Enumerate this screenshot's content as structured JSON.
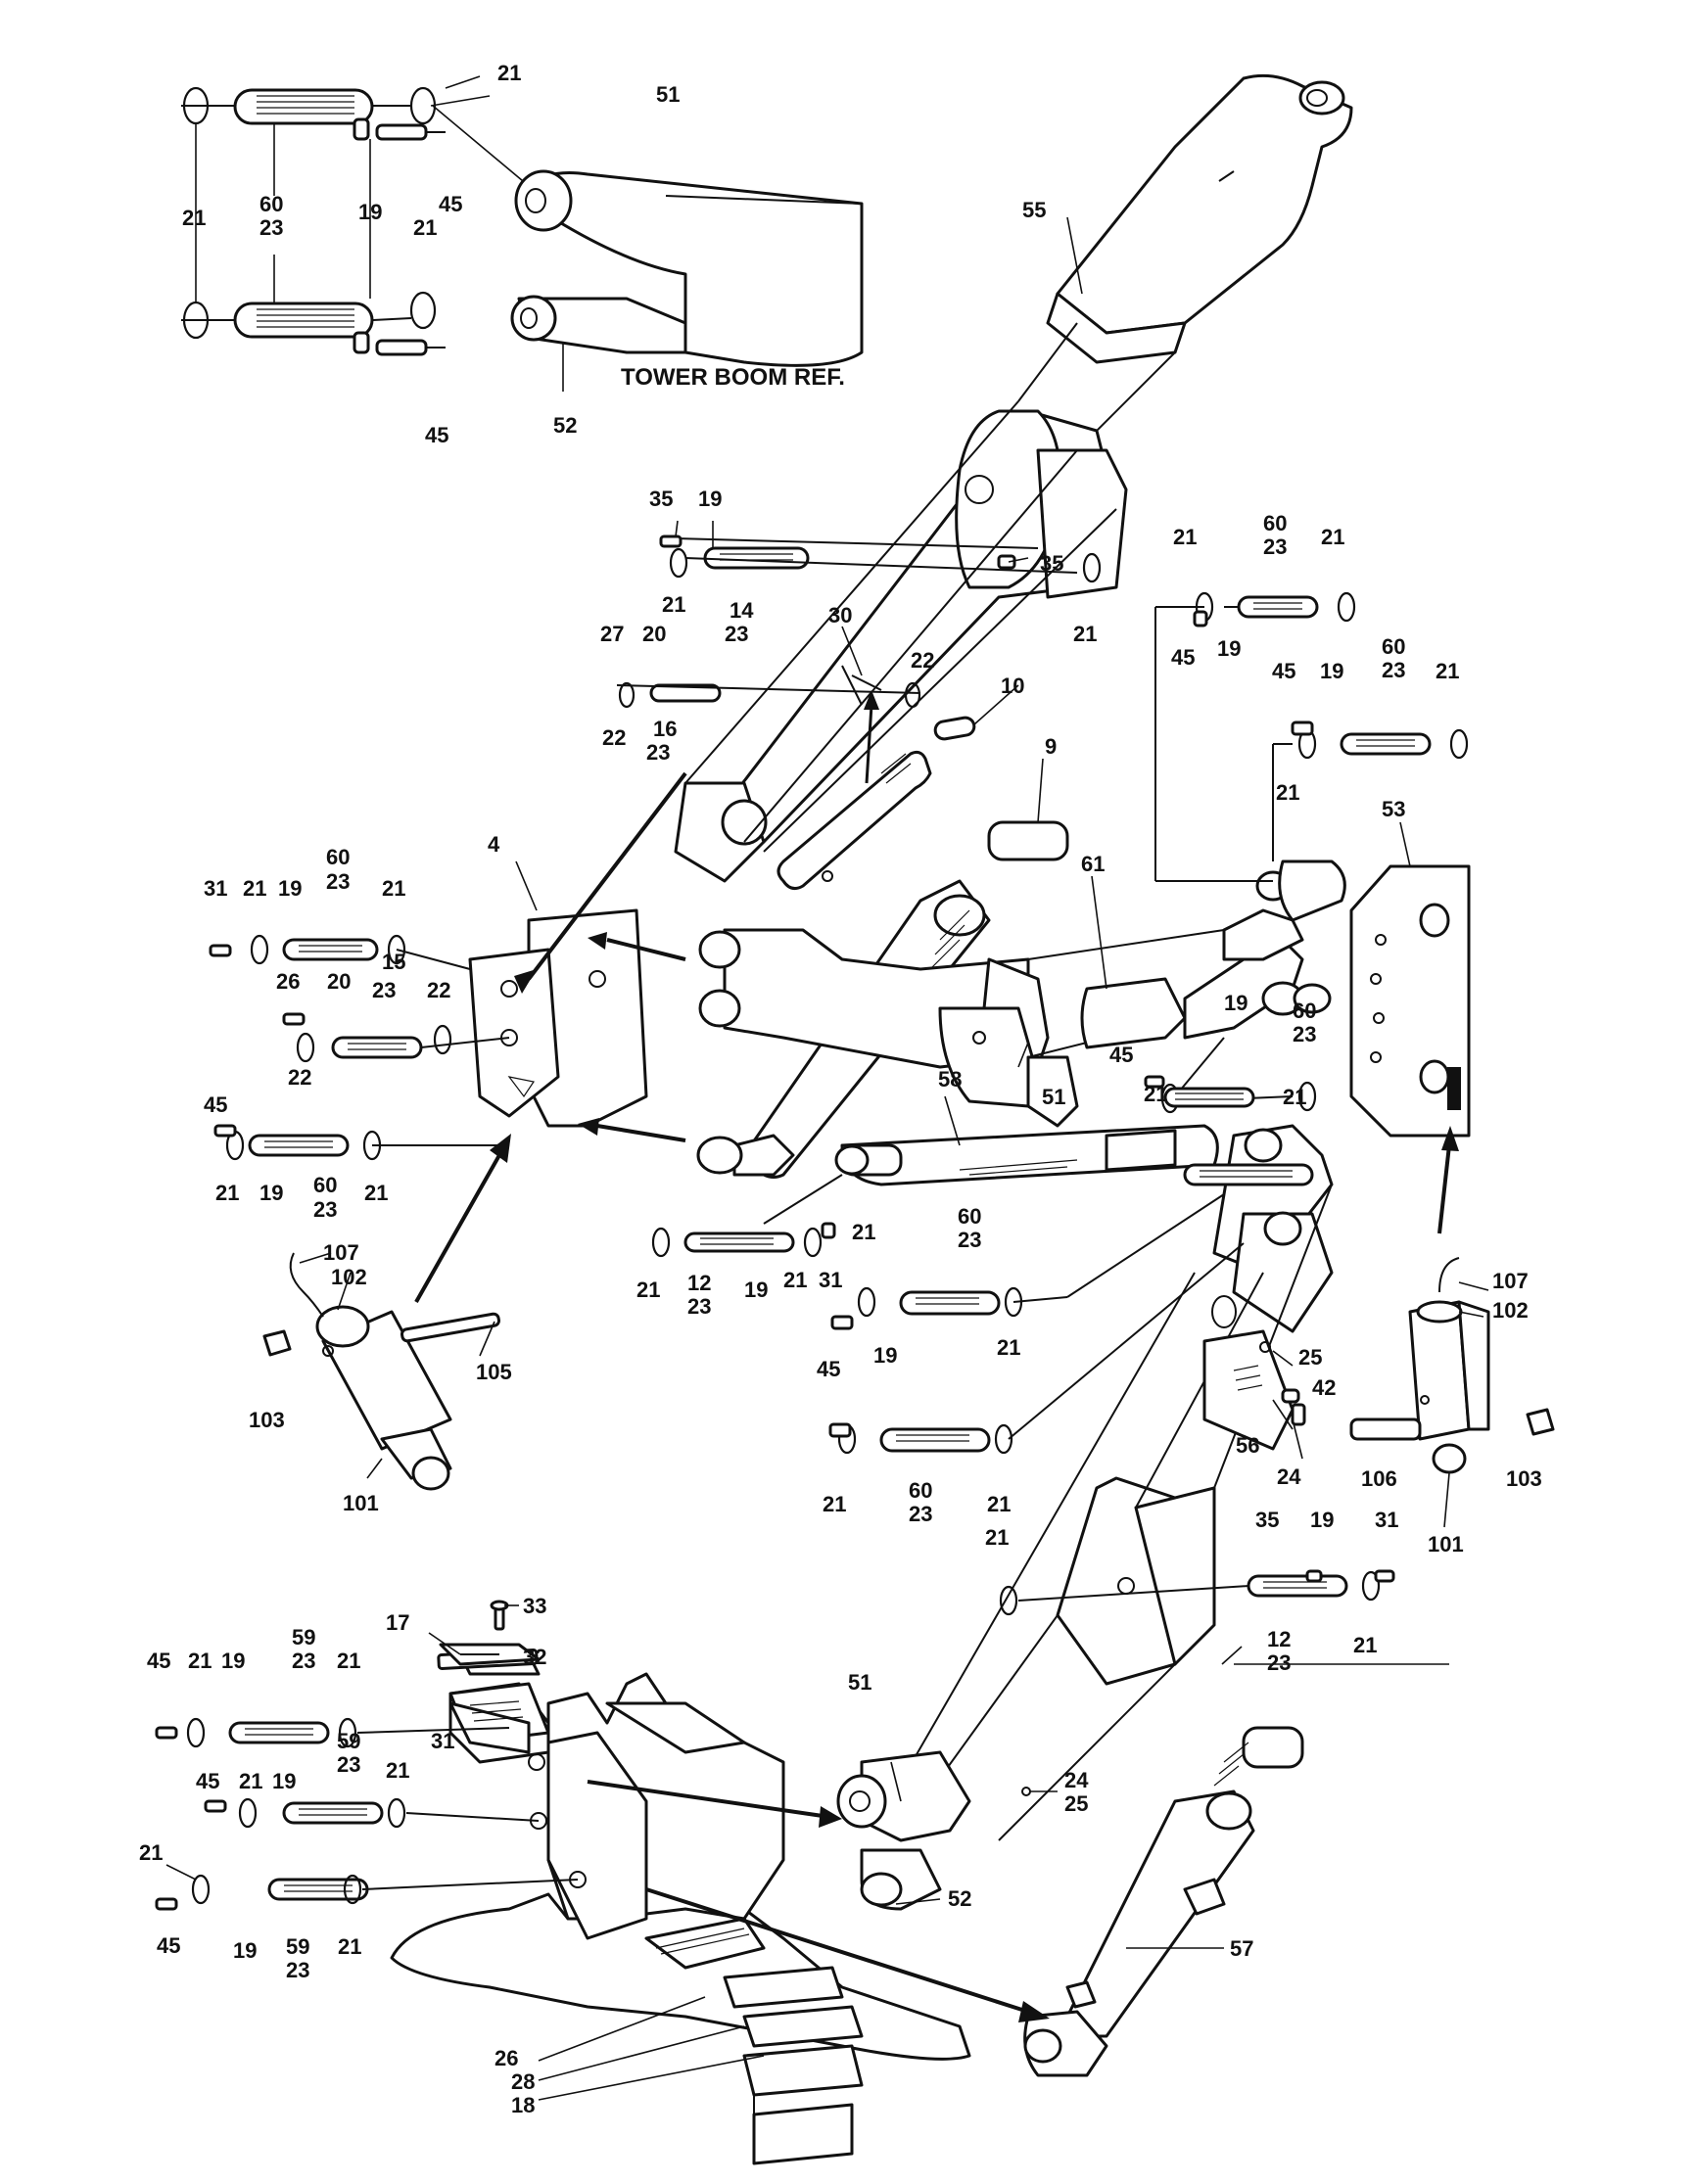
{
  "reference_label": "TOWER BOOM REF.",
  "callouts": {
    "c01": "21",
    "c02": "51",
    "c03": "21",
    "c04": "60",
    "c05": "23",
    "c06": "19",
    "c07": "45",
    "c08": "21",
    "c09": "52",
    "c10": "45",
    "c11": "55",
    "c12": "35",
    "c13": "19",
    "c14": "35",
    "c15": "21",
    "c16": "14",
    "c17": "23",
    "c18": "21",
    "c19": "27",
    "c20": "20",
    "c21": "30",
    "c22": "22",
    "c23": "22",
    "c24": "16",
    "c25": "23",
    "c26": "10",
    "c27": "21",
    "c28": "60",
    "c29": "23",
    "c30": "21",
    "c31": "45",
    "c32": "19",
    "c33": "45",
    "c34": "19",
    "c35": "60",
    "c36": "23",
    "c37": "21",
    "c38": "21",
    "c39": "9",
    "c40": "4",
    "c41": "61",
    "c42": "53",
    "c43": "31",
    "c44": "21",
    "c45": "19",
    "c46": "60",
    "c47": "23",
    "c48": "21",
    "c49": "15",
    "c50": "26",
    "c51": "20",
    "c52": "23",
    "c53": "22",
    "c54": "22",
    "c55": "45",
    "c56": "21",
    "c57": "19",
    "c58": "60",
    "c59": "23",
    "c60": "21",
    "c61": "19",
    "c62": "60",
    "c63": "23",
    "c64": "45",
    "c65": "21",
    "c66": "51",
    "c67": "21",
    "c68": "58",
    "c69": "107",
    "c70": "102",
    "c71": "103",
    "c72": "105",
    "c73": "101",
    "c74": "21",
    "c75": "12",
    "c76": "23",
    "c77": "19",
    "c78": "21",
    "c79": "31",
    "c80": "21",
    "c81": "60",
    "c82": "23",
    "c83": "21",
    "c84": "45",
    "c85": "19",
    "c86": "21",
    "c87": "60",
    "c88": "23",
    "c89": "21",
    "c90": "25",
    "c91": "42",
    "c92": "56",
    "c93": "24",
    "c94": "107",
    "c95": "102",
    "c96": "106",
    "c97": "103",
    "c98": "101",
    "c99": "21",
    "c100": "35",
    "c101": "19",
    "c102": "31",
    "c103": "12",
    "c104": "23",
    "c105": "21",
    "c106": "33",
    "c107": "32",
    "c108": "17",
    "c109": "45",
    "c110": "21",
    "c111": "19",
    "c112": "59",
    "c113": "23",
    "c114": "21",
    "c115": "59",
    "c116": "23",
    "c117": "31",
    "c118": "21",
    "c119": "45",
    "c120": "21",
    "c121": "19",
    "c122": "21",
    "c123": "45",
    "c124": "19",
    "c125": "59",
    "c126": "23",
    "c127": "21",
    "c128": "51",
    "c129": "24",
    "c130": "25",
    "c131": "52",
    "c132": "57",
    "c133": "26",
    "c134": "28",
    "c135": "18"
  }
}
